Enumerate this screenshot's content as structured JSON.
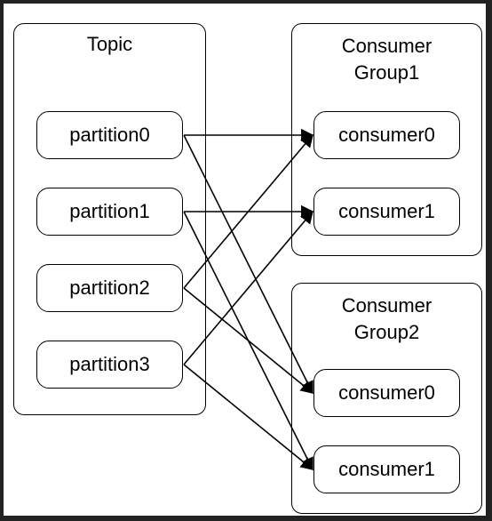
{
  "topic": {
    "title": "Topic",
    "partitions": [
      "partition0",
      "partition1",
      "partition2",
      "partition3"
    ]
  },
  "consumer_group_1": {
    "title_line1": "Consumer",
    "title_line2": "Group1",
    "consumers": [
      "consumer0",
      "consumer1"
    ]
  },
  "consumer_group_2": {
    "title_line1": "Consumer",
    "title_line2": "Group2",
    "consumers": [
      "consumer0",
      "consumer1"
    ]
  },
  "edges": [
    {
      "from": "partition0",
      "to": "group1.consumer0"
    },
    {
      "from": "partition0",
      "to": "group2.consumer0"
    },
    {
      "from": "partition1",
      "to": "group1.consumer1"
    },
    {
      "from": "partition1",
      "to": "group2.consumer1"
    },
    {
      "from": "partition2",
      "to": "group1.consumer0"
    },
    {
      "from": "partition2",
      "to": "group2.consumer0"
    },
    {
      "from": "partition3",
      "to": "group1.consumer1"
    },
    {
      "from": "partition3",
      "to": "group2.consumer1"
    }
  ]
}
